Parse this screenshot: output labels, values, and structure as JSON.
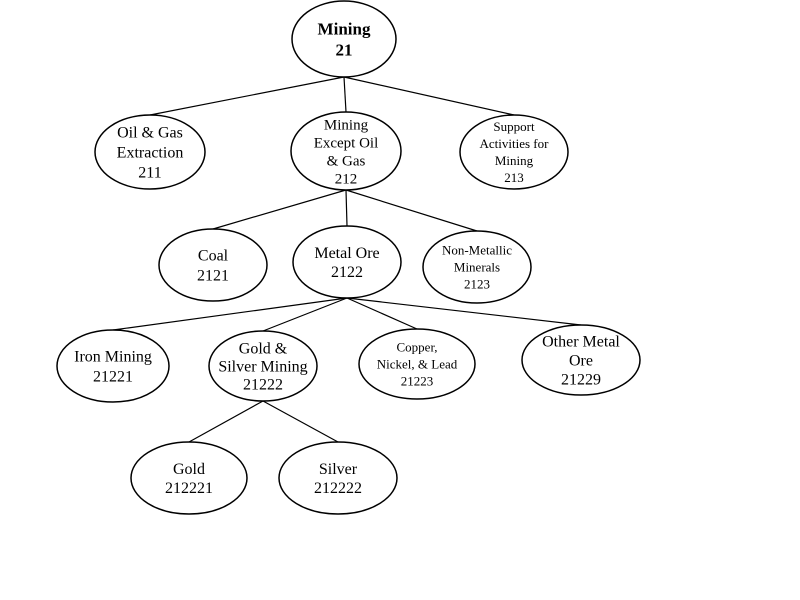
{
  "diagram": {
    "nodes": [
      {
        "id": "n21",
        "name": "node-mining",
        "lines": [
          "Mining",
          "21"
        ],
        "bold": true
      },
      {
        "id": "n211",
        "name": "node-oil-gas-extraction",
        "lines": [
          "Oil & Gas",
          "Extraction",
          "211"
        ]
      },
      {
        "id": "n212",
        "name": "node-mining-except-oil-gas",
        "lines": [
          "Mining",
          "Except Oil",
          "& Gas",
          "212"
        ]
      },
      {
        "id": "n213",
        "name": "node-support-activities",
        "lines": [
          "Support",
          "Activities for",
          "Mining",
          "213"
        ]
      },
      {
        "id": "n2121",
        "name": "node-coal",
        "lines": [
          "Coal",
          "2121"
        ]
      },
      {
        "id": "n2122",
        "name": "node-metal-ore",
        "lines": [
          "Metal Ore",
          "2122"
        ]
      },
      {
        "id": "n2123",
        "name": "node-non-metallic-minerals",
        "lines": [
          "Non-Metallic",
          "Minerals",
          "2123"
        ]
      },
      {
        "id": "n21221",
        "name": "node-iron-mining",
        "lines": [
          "Iron Mining",
          "21221"
        ]
      },
      {
        "id": "n21222",
        "name": "node-gold-silver-mining",
        "lines": [
          "Gold &",
          "Silver Mining",
          "21222"
        ]
      },
      {
        "id": "n21223",
        "name": "node-copper-nickel-lead",
        "lines": [
          "Copper,",
          "Nickel, & Lead",
          "21223"
        ]
      },
      {
        "id": "n21229",
        "name": "node-other-metal-ore",
        "lines": [
          "Other Metal",
          "Ore",
          "21229"
        ]
      },
      {
        "id": "n212221",
        "name": "node-gold",
        "lines": [
          "Gold",
          "212221"
        ]
      },
      {
        "id": "n212222",
        "name": "node-silver",
        "lines": [
          "Silver",
          "212222"
        ]
      }
    ],
    "edges": [
      [
        "n21",
        "n211"
      ],
      [
        "n21",
        "n212"
      ],
      [
        "n21",
        "n213"
      ],
      [
        "n212",
        "n2121"
      ],
      [
        "n212",
        "n2122"
      ],
      [
        "n212",
        "n2123"
      ],
      [
        "n2122",
        "n21221"
      ],
      [
        "n2122",
        "n21222"
      ],
      [
        "n2122",
        "n21223"
      ],
      [
        "n2122",
        "n21229"
      ],
      [
        "n21222",
        "n212221"
      ],
      [
        "n21222",
        "n212222"
      ]
    ]
  }
}
